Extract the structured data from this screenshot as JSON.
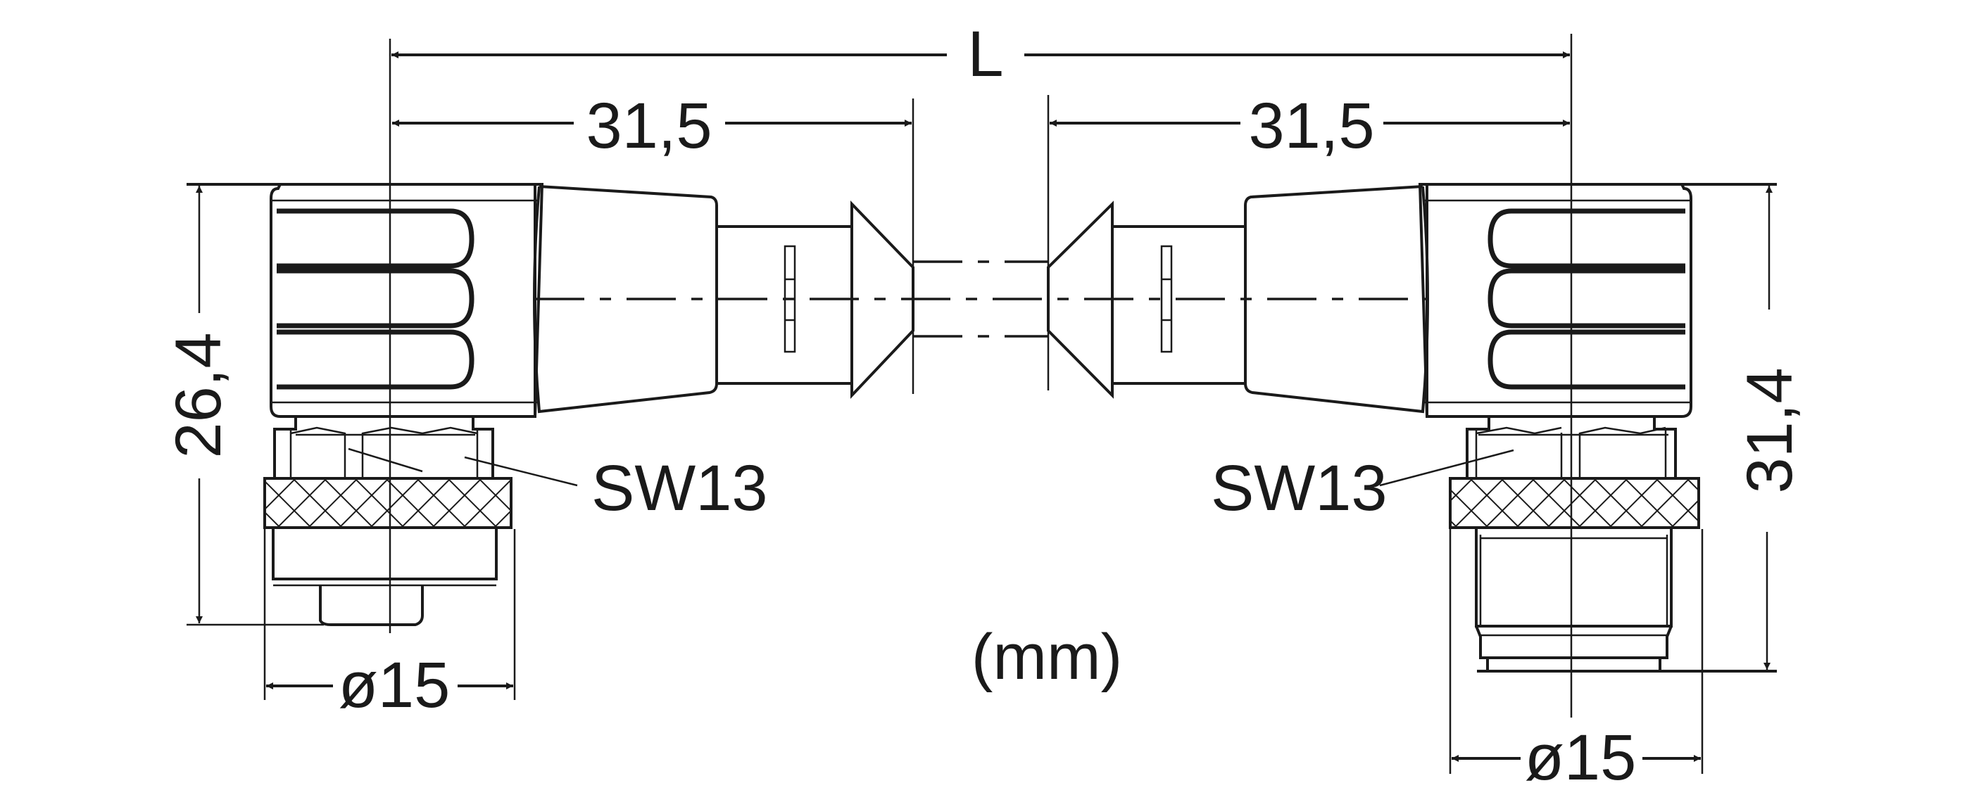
{
  "drawing": {
    "title": "Angled M12 connector cable dimensional drawing",
    "dimensions": {
      "overall_length": "L",
      "left_offset": "31,5",
      "right_offset": "31,5",
      "left_height": "26,4",
      "right_height": "31,4",
      "left_diameter": "ø15",
      "right_diameter": "ø15",
      "left_wrench": "SW13",
      "right_wrench": "SW13"
    },
    "unit": "(mm)",
    "colors": {
      "line": "#1a1a1a",
      "background": "#ffffff"
    }
  }
}
